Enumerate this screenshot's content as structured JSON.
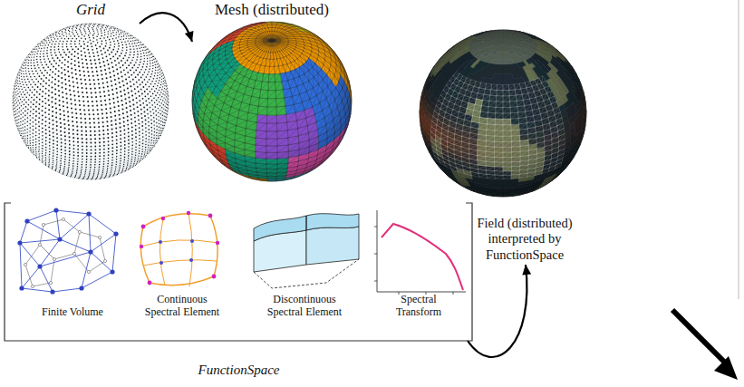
{
  "diagram": {
    "nodes": [
      {
        "text": [
          "Grid"
        ]
      },
      {
        "text": [
          "Mesh (distributed)"
        ]
      },
      {
        "text": [
          "Field (distributed) interpreted by FunctionSpace"
        ]
      },
      {
        "text": [
          "FunctionSpace"
        ]
      },
      {
        "text": [
          "Finite Volume"
        ],
        "in": 3
      },
      {
        "text": [
          "Continuous Spectral Element"
        ],
        "in": 3
      },
      {
        "text": [
          "Discontinuous Spectral Element"
        ],
        "in": 3
      },
      {
        "text": [
          "Spectral Transform"
        ],
        "in": 3
      }
    ],
    "edges": [
      {
        "from": 0,
        "to": 1,
        "arrow": "to"
      },
      {
        "from": 3,
        "to": 2,
        "arrow": "to"
      }
    ]
  }
}
